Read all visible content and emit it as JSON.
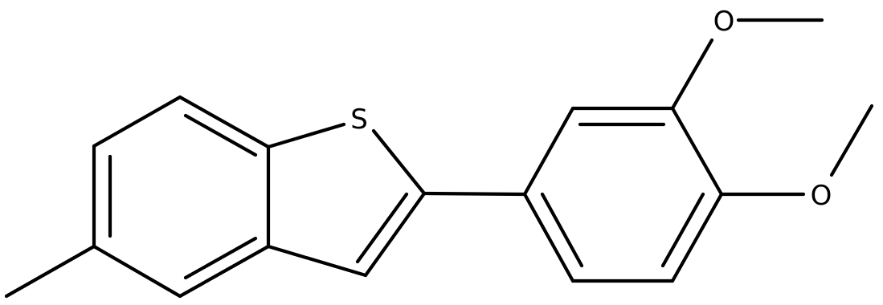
{
  "molecule": {
    "atom_labels": {
      "sulfur": "S",
      "oxygen_upper": "O",
      "oxygen_lower": "O"
    },
    "colors": {
      "bond": "#000000",
      "label": "#000000",
      "background": "#ffffff"
    }
  }
}
